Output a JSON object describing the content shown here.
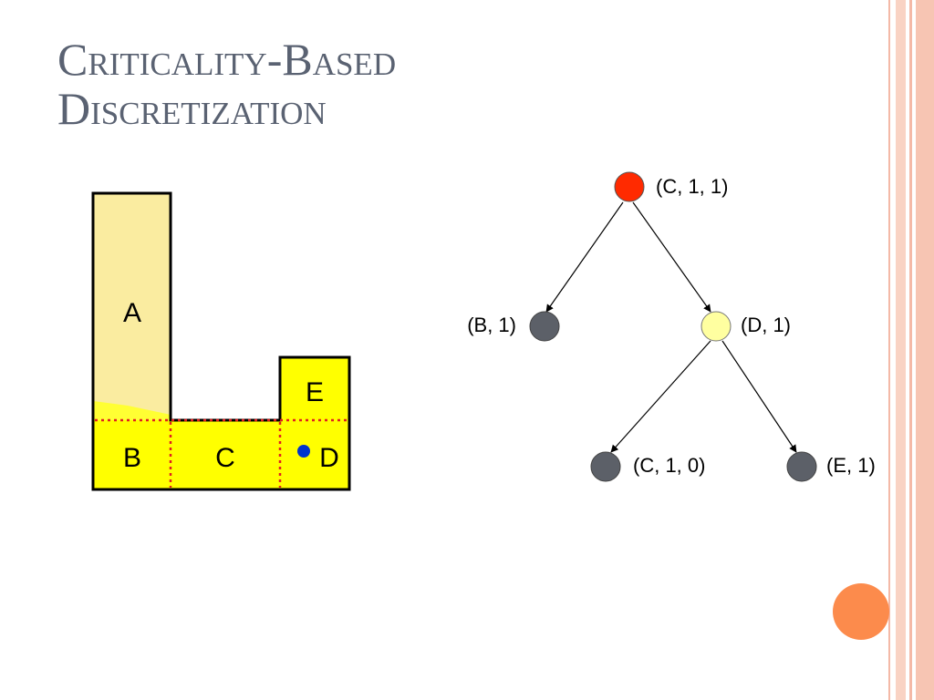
{
  "slide": {
    "title_line1": "Criticality-Based",
    "title_line2": "Discretization"
  },
  "colors": {
    "title": "#5a6272",
    "accent_orange": "#fc8b4c",
    "stripe": "#f4b9a7",
    "region_yellow": "#ffff00",
    "region_light": "#faeca0",
    "node_red": "#ff2a00",
    "node_yellow": "#ffffa0",
    "node_gray": "#5c6068",
    "dot_blue": "#0033cc"
  },
  "regions": [
    {
      "id": "A",
      "label": "A"
    },
    {
      "id": "B",
      "label": "B"
    },
    {
      "id": "C",
      "label": "C"
    },
    {
      "id": "D",
      "label": "D"
    },
    {
      "id": "E",
      "label": "E"
    }
  ],
  "tree": {
    "nodes": [
      {
        "id": "root",
        "label": "(C, 1, 1)",
        "color": "red"
      },
      {
        "id": "b1",
        "label": "(B, 1)",
        "color": "gray"
      },
      {
        "id": "d1",
        "label": "(D, 1)",
        "color": "yellow"
      },
      {
        "id": "c10",
        "label": "(C, 1, 0)",
        "color": "gray"
      },
      {
        "id": "e1",
        "label": "(E, 1)",
        "color": "gray"
      }
    ],
    "edges": [
      [
        "root",
        "b1"
      ],
      [
        "root",
        "d1"
      ],
      [
        "d1",
        "c10"
      ],
      [
        "d1",
        "e1"
      ]
    ]
  }
}
